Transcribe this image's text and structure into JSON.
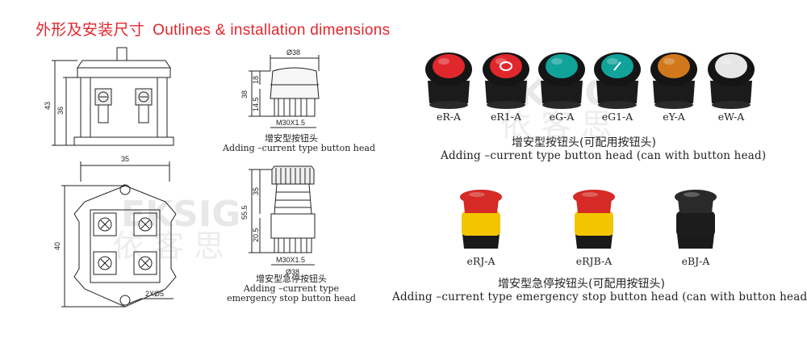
{
  "title": {
    "cn": "外形及安装尺寸",
    "en": "Outlines & installation dimensions"
  },
  "watermark": {
    "brand": "EKSIG",
    "cn": "依客思"
  },
  "drawings": {
    "front": {
      "dim_total": "43",
      "dim_body": "36"
    },
    "base": {
      "dim_width": "35",
      "dim_height": "40",
      "holes": "2XØ5"
    },
    "button_head": {
      "dia": "Ø38",
      "h_total": "38",
      "h_top": "18",
      "h_bottom": "14.5",
      "thread": "M30X1.5",
      "caption_cn": "增安型按钮头",
      "caption_en": "Adding –current type button head"
    },
    "emergency_head": {
      "h_total": "55.5",
      "h_top": "35",
      "h_bottom": "20.5",
      "thread": "M30X1.5",
      "dia": "Ø38",
      "caption_cn": "增安型急停按钮头",
      "caption_en1": "Adding –current type",
      "caption_en2": "emergency stop button head"
    }
  },
  "buttons": [
    {
      "label": "eR-A",
      "color": "#e0282c"
    },
    {
      "label": "eR1-A",
      "color": "#e0282c"
    },
    {
      "label": "eG-A",
      "color": "#11a29a"
    },
    {
      "label": "eG1-A",
      "color": "#11a29a"
    },
    {
      "label": "eY-A",
      "color": "#d2781c"
    },
    {
      "label": "eW-A",
      "color": "#e6e6e6"
    }
  ],
  "buttons_caption": {
    "cn": "增安型按钮头(可配用按钮头)",
    "en": "Adding –current type button head (can with button head)"
  },
  "emergency": [
    {
      "label": "eRJ-A",
      "cap": "#d52a25",
      "ring": "#f2c500"
    },
    {
      "label": "eRJB-A",
      "cap": "#d52a25",
      "ring": "#f2c500"
    },
    {
      "label": "eBJ-A",
      "cap": "#2a2a2a",
      "ring": "#1c1c1c"
    }
  ],
  "emergency_caption": {
    "cn": "增安型急停按钮头(可配用按钮头)",
    "en": "Adding –current type emergency stop button head (can with button head)"
  }
}
